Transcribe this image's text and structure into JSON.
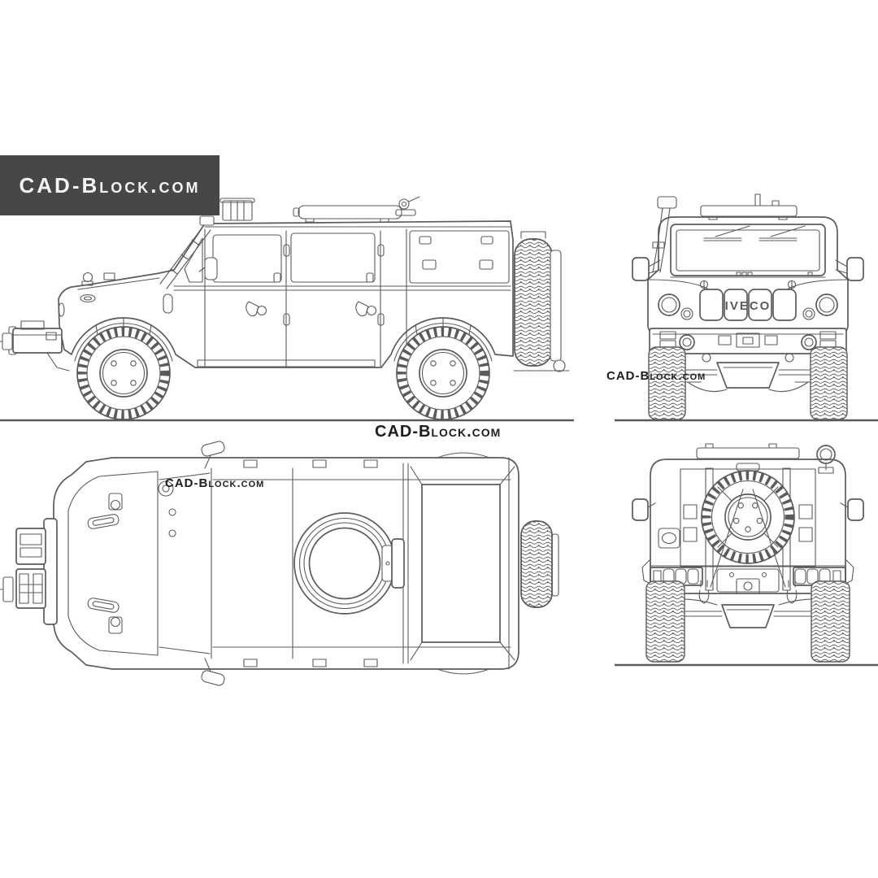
{
  "site": {
    "banner": "CAD-Block.com"
  },
  "watermarks": {
    "side": "CAD-Block.com",
    "front": "CAD-Block.com",
    "top": "CAD-Block.com"
  },
  "vehicle": {
    "grille_text": "IVECO"
  },
  "colors": {
    "line": "#5b5b5b",
    "banner_bg": "#474747",
    "banner_text": "#f4f4f4",
    "watermark_text": "#1e1e1e",
    "background": "#ffffff"
  }
}
